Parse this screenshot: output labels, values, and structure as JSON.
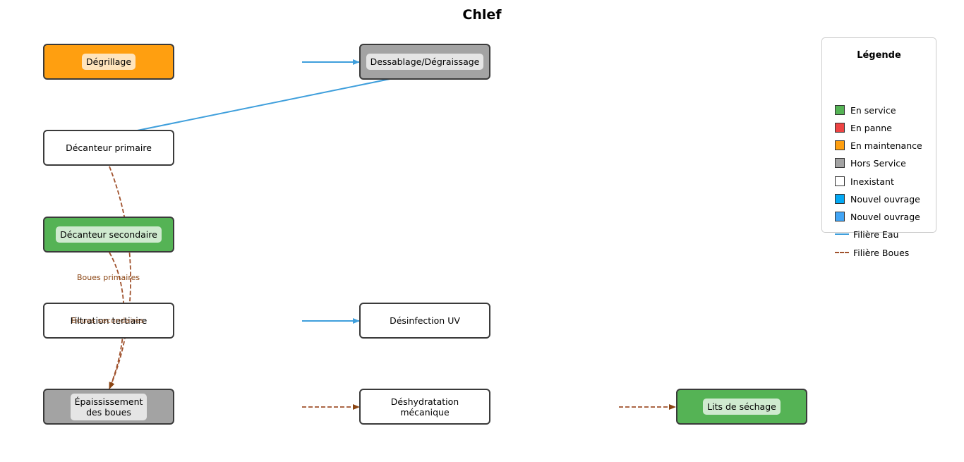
{
  "title": "Chlef",
  "colors": {
    "en_service": "#55b355",
    "en_panne": "#ee4444",
    "en_maintenance": "#ff9f10",
    "hors_service": "#a3a3a3",
    "inexistant": "#ffffff",
    "nouvel_ouvrage_1": "#03a9f4",
    "nouvel_ouvrage_2": "#42a5f5",
    "filiere_eau": "#3f9fdc",
    "filiere_boues": "#a0522d"
  },
  "nodes": [
    {
      "id": "degrillage",
      "label": "Dégrillage",
      "status": "en_maintenance"
    },
    {
      "id": "dessablage",
      "label": "Dessablage/Dégraissage",
      "status": "hors_service"
    },
    {
      "id": "decanteur-primaire",
      "label": "Décanteur primaire",
      "status": "inexistant"
    },
    {
      "id": "decanteur-secondaire",
      "label": "Décanteur secondaire",
      "status": "en_service"
    },
    {
      "id": "filtration",
      "label": "Filtration tertiaire",
      "status": "inexistant"
    },
    {
      "id": "desinfection",
      "label": "Désinfection UV",
      "status": "inexistant"
    },
    {
      "id": "epaississement",
      "label": "Épaississement\ndes boues",
      "status": "hors_service"
    },
    {
      "id": "deshydratation",
      "label": "Déshydratation\nmécanique",
      "status": "inexistant"
    },
    {
      "id": "lits-sechage",
      "label": "Lits de séchage",
      "status": "en_service"
    }
  ],
  "edge_labels": {
    "boues_primaires": "Boues primaires",
    "boues_secondaires": "Boues secondaires"
  },
  "legend": {
    "title": "Légende",
    "items": [
      {
        "label": "En service",
        "kind": "swatch",
        "color_key": "en_service"
      },
      {
        "label": "En panne",
        "kind": "swatch",
        "color_key": "en_panne"
      },
      {
        "label": "En maintenance",
        "kind": "swatch",
        "color_key": "en_maintenance"
      },
      {
        "label": "Hors Service",
        "kind": "swatch",
        "color_key": "hors_service"
      },
      {
        "label": "Inexistant",
        "kind": "swatch",
        "color_key": "inexistant"
      },
      {
        "label": "Nouvel ouvrage",
        "kind": "swatch",
        "color_key": "nouvel_ouvrage_1"
      },
      {
        "label": "Nouvel ouvrage",
        "kind": "swatch",
        "color_key": "nouvel_ouvrage_2"
      },
      {
        "label": "Filière Eau",
        "kind": "solid-line",
        "color_key": "filiere_eau"
      },
      {
        "label": "Filière Boues",
        "kind": "dashed-line",
        "color_key": "filiere_boues"
      }
    ]
  }
}
